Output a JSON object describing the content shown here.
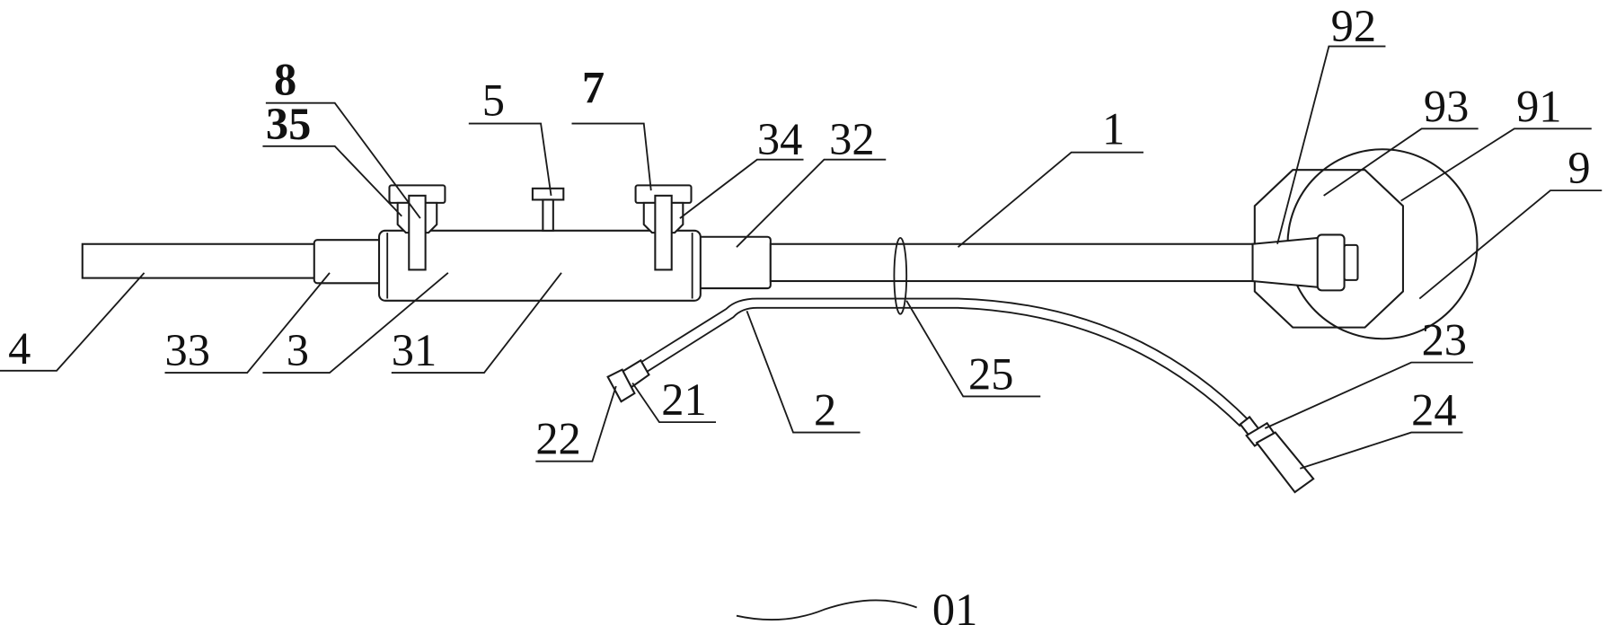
{
  "labels": {
    "l8": "8",
    "l35": "35",
    "l5": "5",
    "l7": "7",
    "l34": "34",
    "l32": "32",
    "l1": "1",
    "l92": "92",
    "l93": "93",
    "l91": "91",
    "l9": "9",
    "l4": "4",
    "l33": "33",
    "l3": "3",
    "l31": "31",
    "l25": "25",
    "l2": "2",
    "l21": "21",
    "l22": "22",
    "l23": "23",
    "l24": "24",
    "l01": "01"
  },
  "colors": {
    "line": "#1a1a1a",
    "background": "#ffffff"
  }
}
